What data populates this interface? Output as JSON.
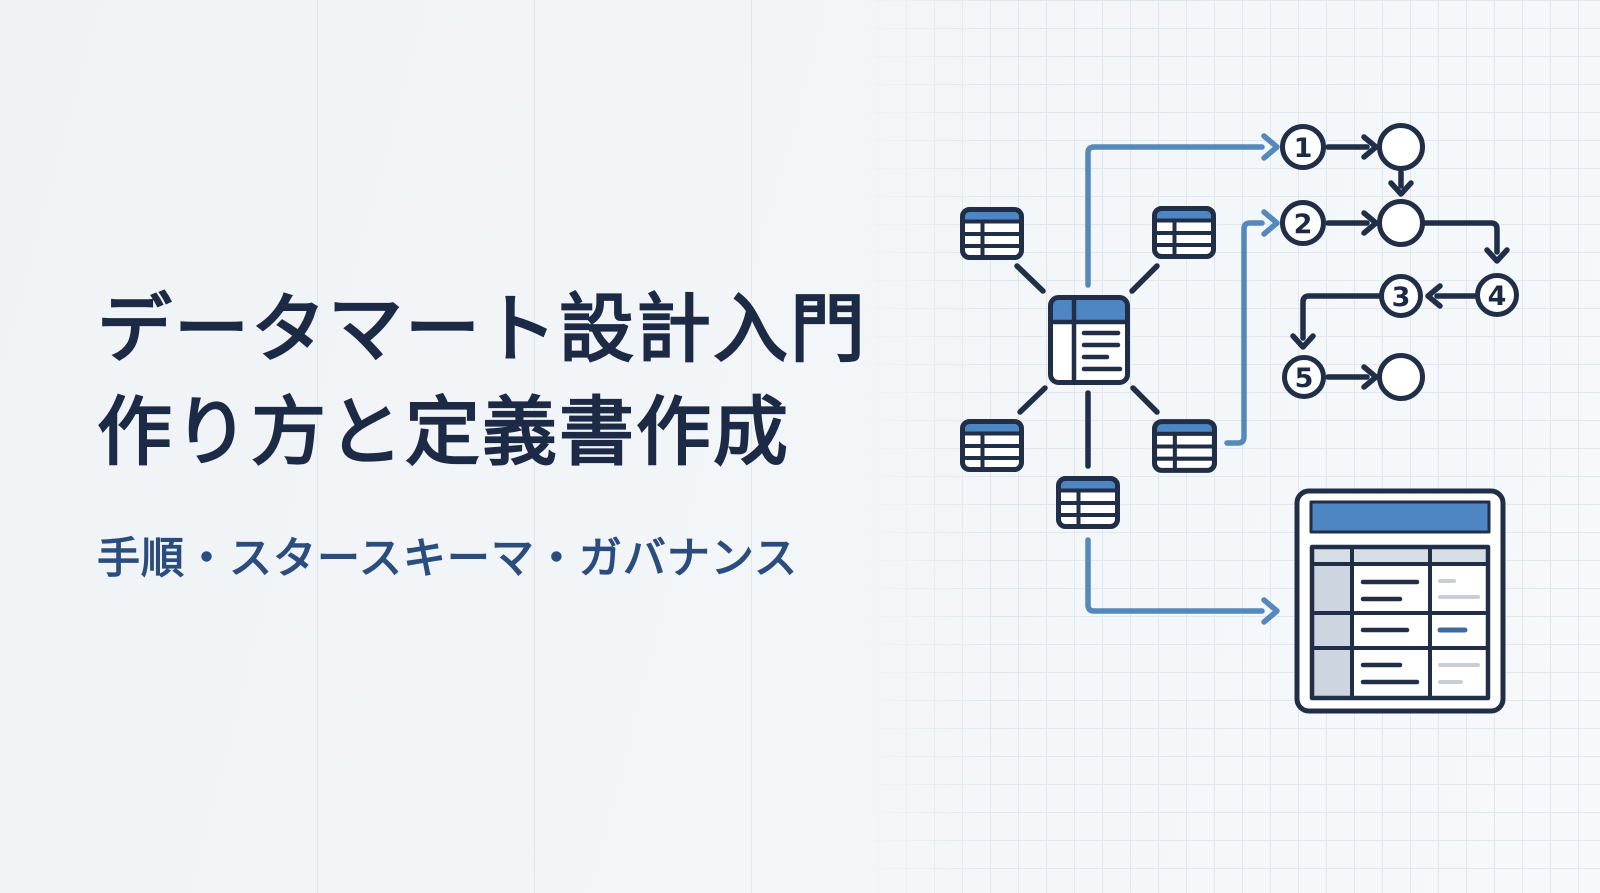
{
  "hero": {
    "title_line1": "データマート設計入門",
    "title_line2": "作り方と定義書作成",
    "subtitle": "手順・スタースキーマ・ガバナンス"
  },
  "colors": {
    "background": "#f1f4f7",
    "grid": "#cdd8e4",
    "title_navy": "#1d2a45",
    "subtitle_blue": "#2b4d7e",
    "ink_navy": "#212e47",
    "table_header_blue": "#4d86c3",
    "connector_blue": "#5588bb",
    "cell_gray": "#cdd5e0",
    "header_row_gray": "#d6dde6",
    "placeholder_gray": "#c9ced6",
    "doc_line_blue": "#3b6ba3"
  },
  "diagram": {
    "flow_steps": [
      "1",
      "2",
      "3",
      "4",
      "5"
    ],
    "star_schema": {
      "dimension_tables": 5,
      "fact_tables": 1
    }
  }
}
